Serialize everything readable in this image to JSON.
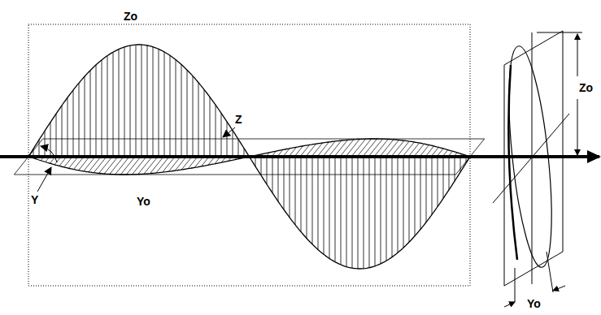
{
  "diagram": {
    "labels": [
      "Zo",
      "Z",
      "Y",
      "Yo",
      "Zo",
      "Yo"
    ]
  }
}
